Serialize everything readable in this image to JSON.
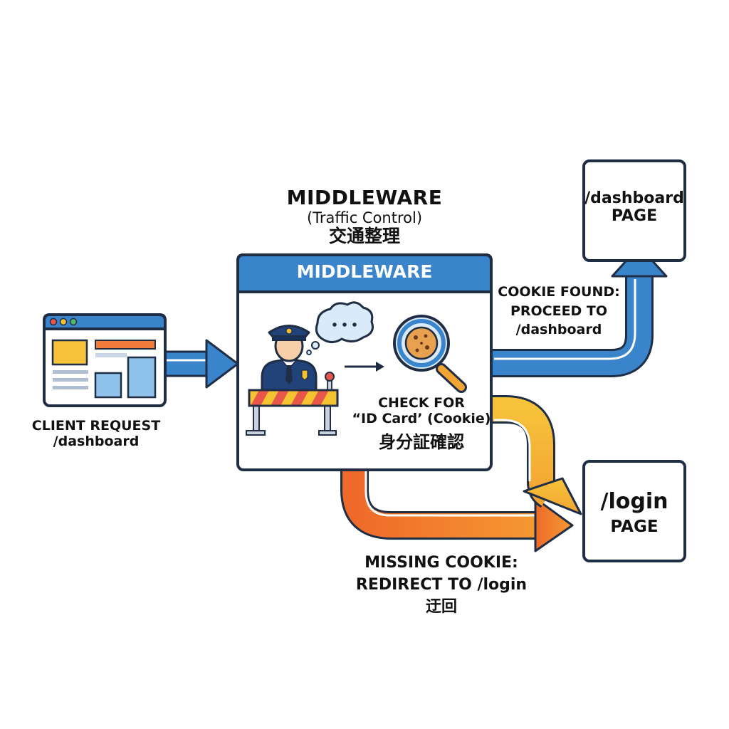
{
  "diagram": {
    "title": "MIDDLEWARE",
    "subtitle_en": "(Traffic Control)",
    "subtitle_jp": "交通整理",
    "panel": {
      "header": "MIDDLEWARE",
      "check_line1": "CHECK FOR",
      "check_line2": "“ID Card’ (Cookie)",
      "check_jp": "身分証確認"
    },
    "client": {
      "line1": "CLIENT REQUEST",
      "line2": "/dashboard"
    },
    "cookie_found": {
      "line1": "COOKIE FOUND:",
      "line2": "PROCEED TO",
      "line3": "/dashboard"
    },
    "missing_cookie": {
      "line1": "MISSING COOKIE:",
      "line2": "REDIRECT TO /login",
      "line3": "迂回"
    },
    "dashboard_page": {
      "line1": "/dashboard",
      "line2": "PAGE"
    },
    "login_page": {
      "line1": "/login",
      "line2": "PAGE"
    },
    "icons": [
      "browser-window-icon",
      "police-officer-icon",
      "thought-bubble-icon",
      "road-barrier-icon",
      "magnifier-cookie-icon"
    ],
    "colors": {
      "blue": "#3a84cc",
      "dark_outline": "#1f2d45",
      "orange": "#f07a2c",
      "yellow_orange": "#f5b630",
      "police_navy": "#22427a",
      "skin": "#f6cfa8"
    }
  }
}
